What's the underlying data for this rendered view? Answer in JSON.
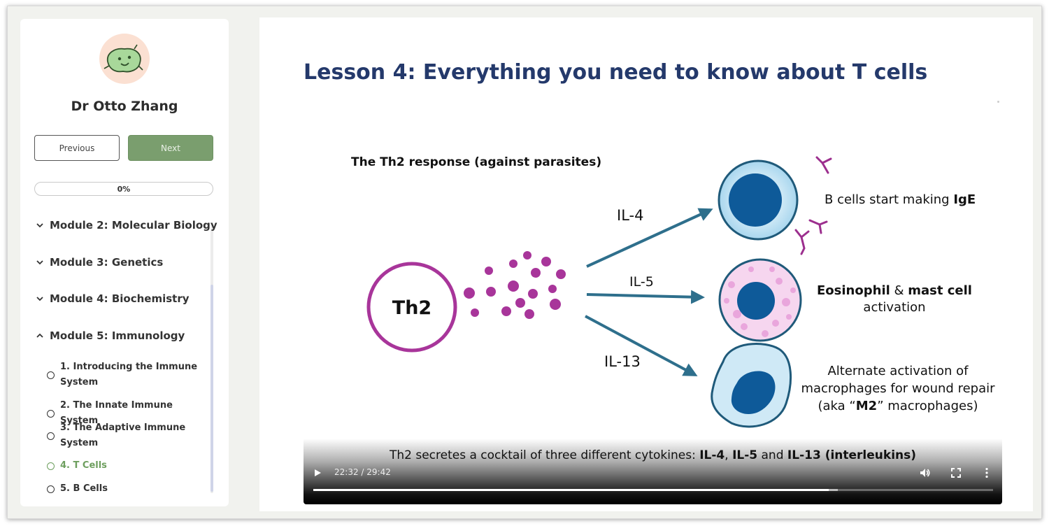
{
  "sidebar": {
    "author": "Dr Otto Zhang",
    "previous_label": "Previous",
    "next_label": "Next",
    "progress_text": "0%",
    "modules": [
      {
        "label": "Module 2: Molecular Biology",
        "expanded": false
      },
      {
        "label": "Module 3: Genetics",
        "expanded": false
      },
      {
        "label": "Module 4: Biochemistry",
        "expanded": false
      },
      {
        "label": "Module 5: Immunology",
        "expanded": true
      }
    ],
    "lessons": [
      {
        "label": "1. Introducing the Immune System",
        "active": false
      },
      {
        "label": "2. The Innate Immune System",
        "active": false
      },
      {
        "label": "3. The Adaptive Immune System",
        "active": false
      },
      {
        "label": "4. T Cells",
        "active": true
      },
      {
        "label": "5. B Cells",
        "active": false
      }
    ],
    "accent_color": "#7a9e6e"
  },
  "main": {
    "title": "Lesson 4: Everything you need to know about T cells",
    "title_color": "#24396b"
  },
  "video": {
    "diagram": {
      "heading": "The Th2 response (against parasites)",
      "cell_label": "Th2",
      "cytokines": [
        "IL-4",
        "IL-5",
        "IL-13"
      ],
      "outcome_1": {
        "pre": "B cells start making ",
        "bold": "IgE"
      },
      "outcome_2": {
        "line1_b1": "Eosinophil",
        "line1_mid": " & ",
        "line1_b2": "mast cell",
        "line2": "activation"
      },
      "outcome_3": {
        "line1": "Alternate activation of",
        "line2": "macrophages for wound repair",
        "line3_pre": "(aka “",
        "line3_bold": "M2",
        "line3_post": "” macrophages)"
      }
    },
    "caption": {
      "pre": "Th2 secretes a cocktail of three different cytokines:  ",
      "b1": "IL-4",
      "comma": ", ",
      "b2": "IL-5",
      "and": " and ",
      "b3": "IL-13 (interleukins)"
    },
    "time_display": "22:32 / 29:42",
    "played_fraction": 0.7585,
    "buffered_fraction": 0.772,
    "icons": [
      "play-icon",
      "volume-icon",
      "fullscreen-icon",
      "more-options-icon"
    ]
  }
}
